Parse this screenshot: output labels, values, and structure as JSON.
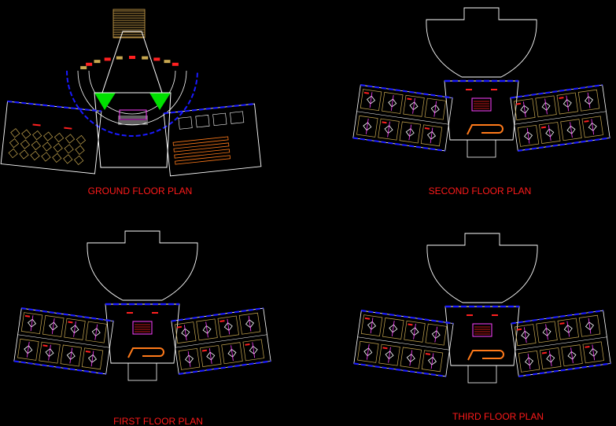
{
  "drawing": {
    "background": "#000000",
    "colors": {
      "outline": "#ffffff",
      "wall": "#1a1aff",
      "furniture": "#c8a850",
      "label": "#ff1a1a",
      "accent": "#ff2020",
      "magenta": "#ff40ff",
      "orange": "#ff7a1a",
      "green": "#00e000",
      "stair": "#b08a40"
    },
    "plans": [
      {
        "id": "ground",
        "label": "GROUND FLOOR PLAN"
      },
      {
        "id": "second",
        "label": "SECOND FLOOR PLAN"
      },
      {
        "id": "first",
        "label": "FIRST FLOOR PLAN"
      },
      {
        "id": "third",
        "label": "THIRD FLOOR PLAN"
      }
    ]
  }
}
